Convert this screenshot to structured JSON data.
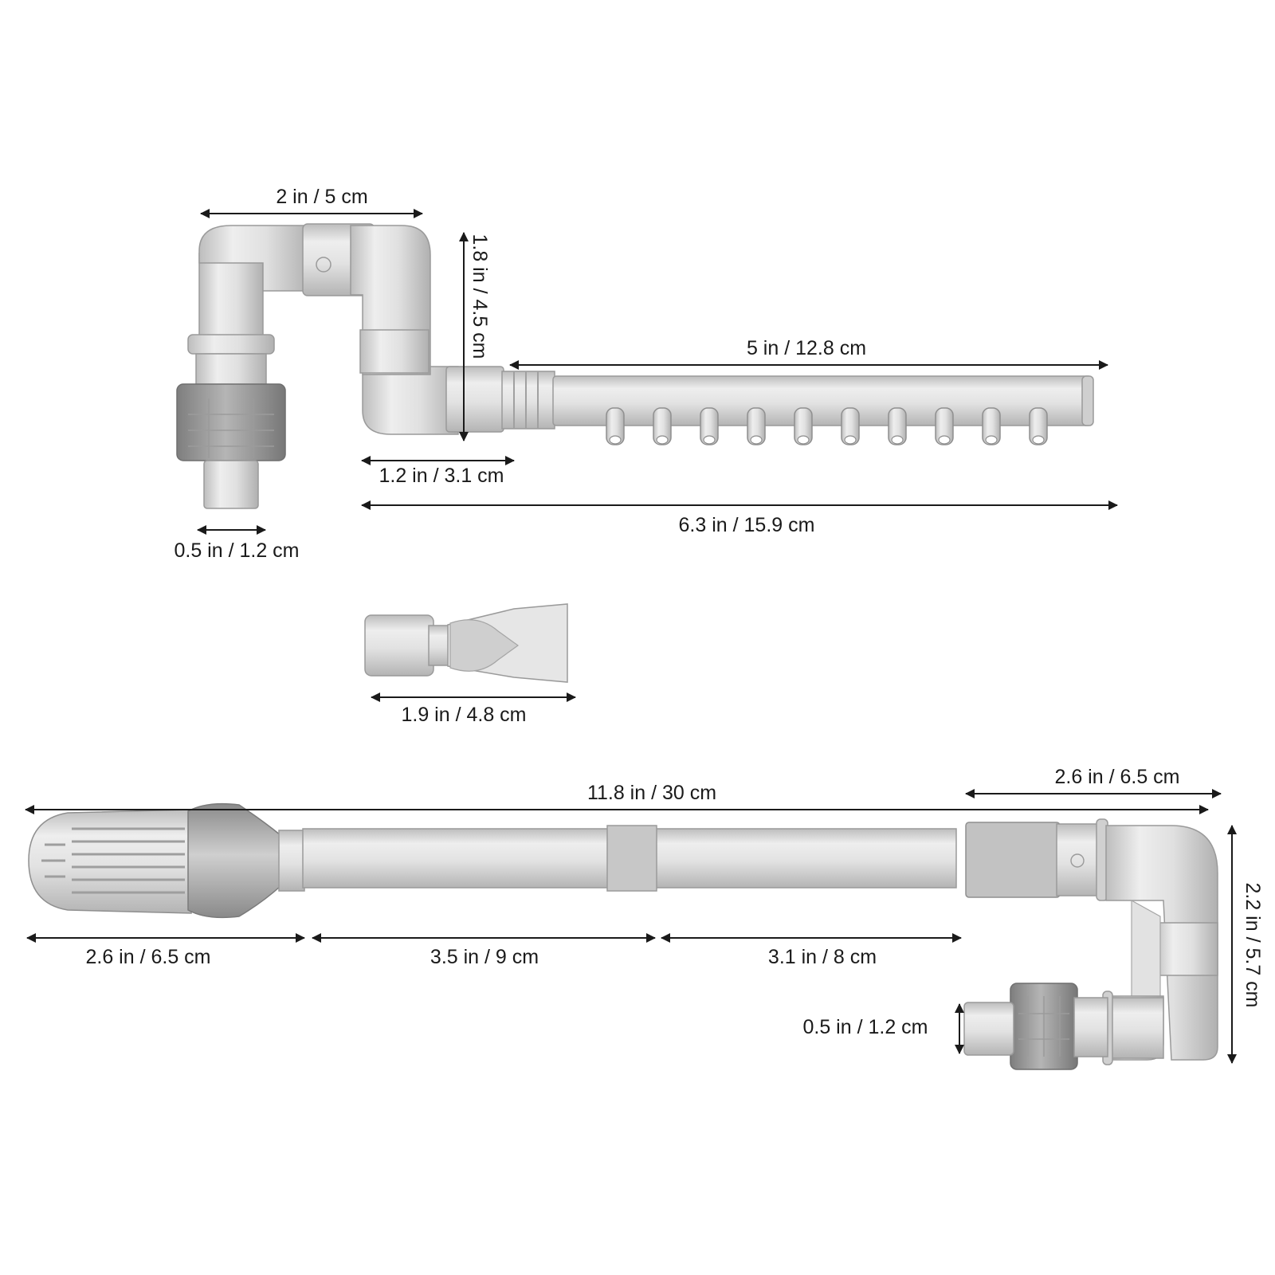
{
  "dimensions": {
    "top_assembly": {
      "elbow_width": "2 in / 5 cm",
      "elbow_height": "1.8 in / 4.5 cm",
      "spray_bar_length": "5 in / 12.8 cm",
      "connector_length": "1.2 in / 3.1 cm",
      "total_length": "6.3 in / 15.9 cm",
      "outlet_diameter": "0.5 in / 1.2 cm"
    },
    "nozzle": {
      "length": "1.9 in / 4.8 cm"
    },
    "bottom_assembly": {
      "total_length": "11.8 in / 30 cm",
      "elbow_width": "2.6 in / 6.5 cm",
      "elbow_height": "2.2 in / 5.7 cm",
      "strainer_length": "2.6 in / 6.5 cm",
      "tube_segment_1": "3.5 in / 9 cm",
      "tube_segment_2": "3.1 in / 8 cm",
      "inlet_diameter": "0.5 in / 1.2 cm"
    }
  },
  "colors": {
    "tube_fill": "#dcdcdc",
    "tube_edge": "#9a9a9a",
    "dark_ring": "#8a8a8a",
    "arrow": "#1a1a1a"
  }
}
